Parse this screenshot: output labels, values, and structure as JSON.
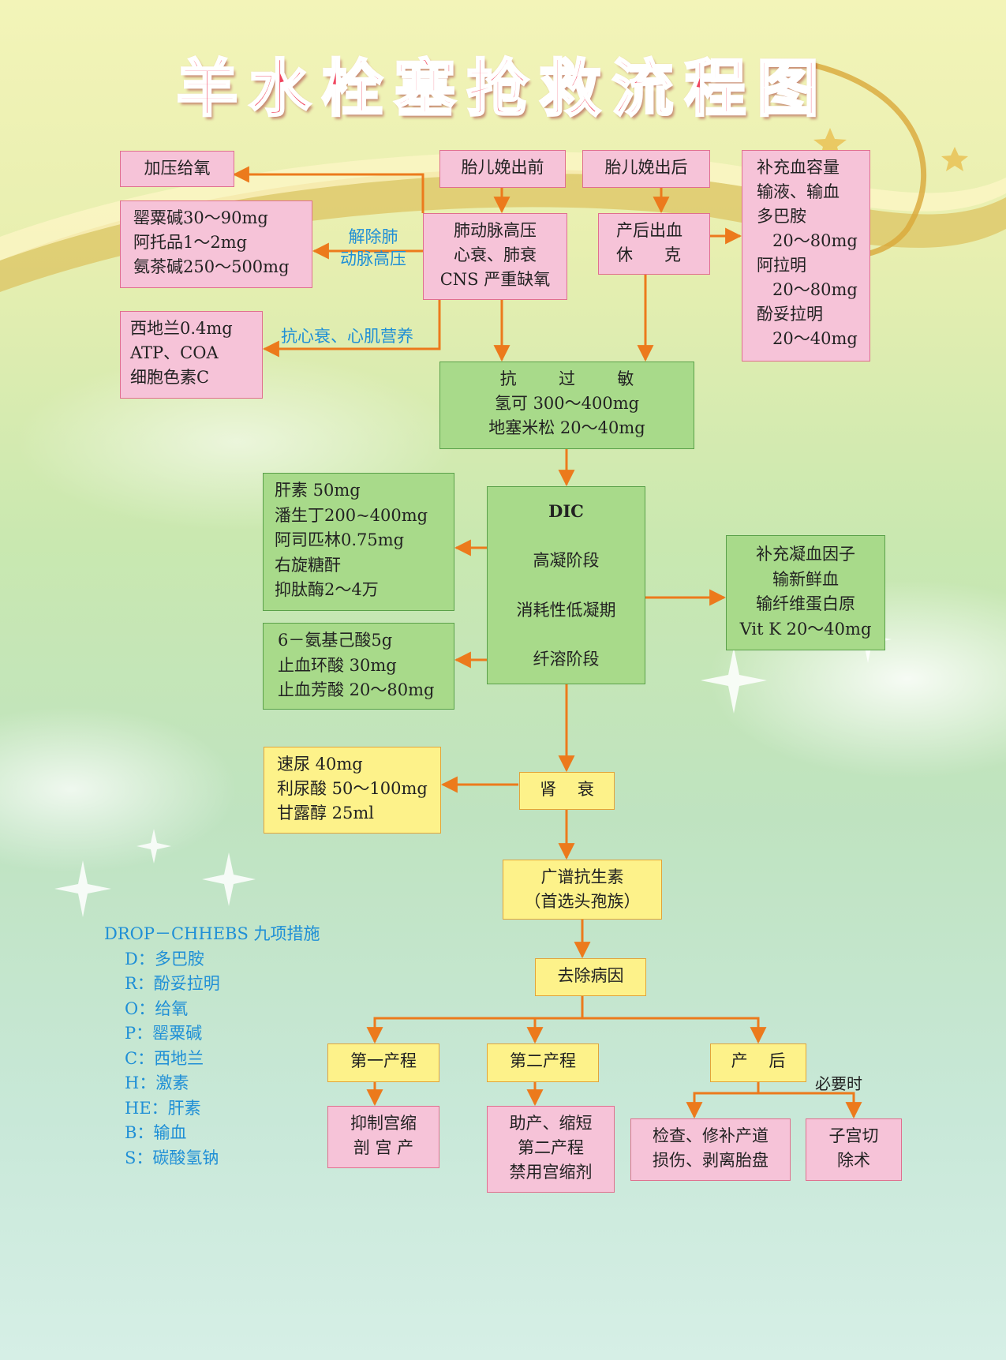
{
  "title": "羊水栓塞抢救流程图",
  "colors": {
    "arrow": "#ec7a1c",
    "pink": "#f6c3d8",
    "green": "#a8da8a",
    "yellow": "#fdf28a",
    "label_blue": "#1f8fd6",
    "title": "#f0455e"
  },
  "nodes": {
    "oxygen": [
      "加压给氧"
    ],
    "before_delivery": [
      "胎儿娩出前"
    ],
    "after_delivery": [
      "胎儿娩出后"
    ],
    "blood_volume": [
      "补充血容量",
      "输液、输血",
      "多巴胺",
      "   20～80mg",
      "阿拉明",
      "   20～80mg",
      "酚妥拉明",
      "   20～40mg"
    ],
    "pulmonary_drugs": [
      "罂粟碱30～90mg",
      "阿托品1～2mg",
      "氨茶碱250～500mg"
    ],
    "pulmonary_htn": [
      "肺动脉高压",
      "心衰、肺衰",
      "CNS 严重缺氧"
    ],
    "pph": [
      "产后出血",
      "休      克"
    ],
    "cardiac_drugs": [
      "西地兰0.4mg",
      "ATP、COA",
      "细胞色素C"
    ],
    "anti_allergy": [
      "抗        过        敏",
      "氢可 300～400mg",
      "地塞米松 20～40mg"
    ],
    "heparin": [
      "肝素 50mg",
      "潘生丁200~400mg",
      "阿司匹林0.75mg",
      "右旋糖酐",
      "抑肽酶2～4万"
    ],
    "dic_title": [
      "DIC"
    ],
    "dic_stage1": [
      "高凝阶段"
    ],
    "dic_stage2": [
      "消耗性低凝期"
    ],
    "dic_stage3": [
      "纤溶阶段"
    ],
    "coag_factors": [
      "补充凝血因子",
      "输新鲜血",
      "输纤维蛋白原",
      "Vit K 20～40mg"
    ],
    "antifibrinolytic": [
      "6－氨基己酸5g",
      "止血环酸 30mg",
      "止血芳酸 20～80mg"
    ],
    "diuretics": [
      "速尿 40mg",
      "利尿酸 50～100mg",
      "甘露醇 25ml"
    ],
    "renal_failure": [
      "肾    衰"
    ],
    "antibiotics": [
      "广谱抗生素",
      "（首选头孢族）"
    ],
    "remove_cause": [
      "去除病因"
    ],
    "first_stage": [
      "第一产程"
    ],
    "second_stage": [
      "第二产程"
    ],
    "postpartum": [
      "产    后"
    ],
    "first_stage_action": [
      "抑制宫缩",
      "剖 宫 产"
    ],
    "second_stage_action": [
      "助产、缩短",
      "第二产程",
      "禁用宫缩剂"
    ],
    "postpartum_action": [
      "检查、修补产道",
      "损伤、剥离胎盘"
    ],
    "hysterectomy": [
      "子宫切",
      "除术"
    ]
  },
  "labels": {
    "relieve_pulmonary": [
      "解除肺",
      "动脉高压"
    ],
    "anti_heart_failure": "抗心衰、心肌营养",
    "if_necessary": "必要时"
  },
  "drop": {
    "heading": "DROP－CHHEBS 九项措施",
    "items": [
      "D：多巴胺",
      "R：酚妥拉明",
      "O：给氧",
      "P：罂粟碱",
      "C：西地兰",
      "H：激素",
      "HE：肝素",
      "B：输血",
      "S：碳酸氢钠"
    ]
  }
}
